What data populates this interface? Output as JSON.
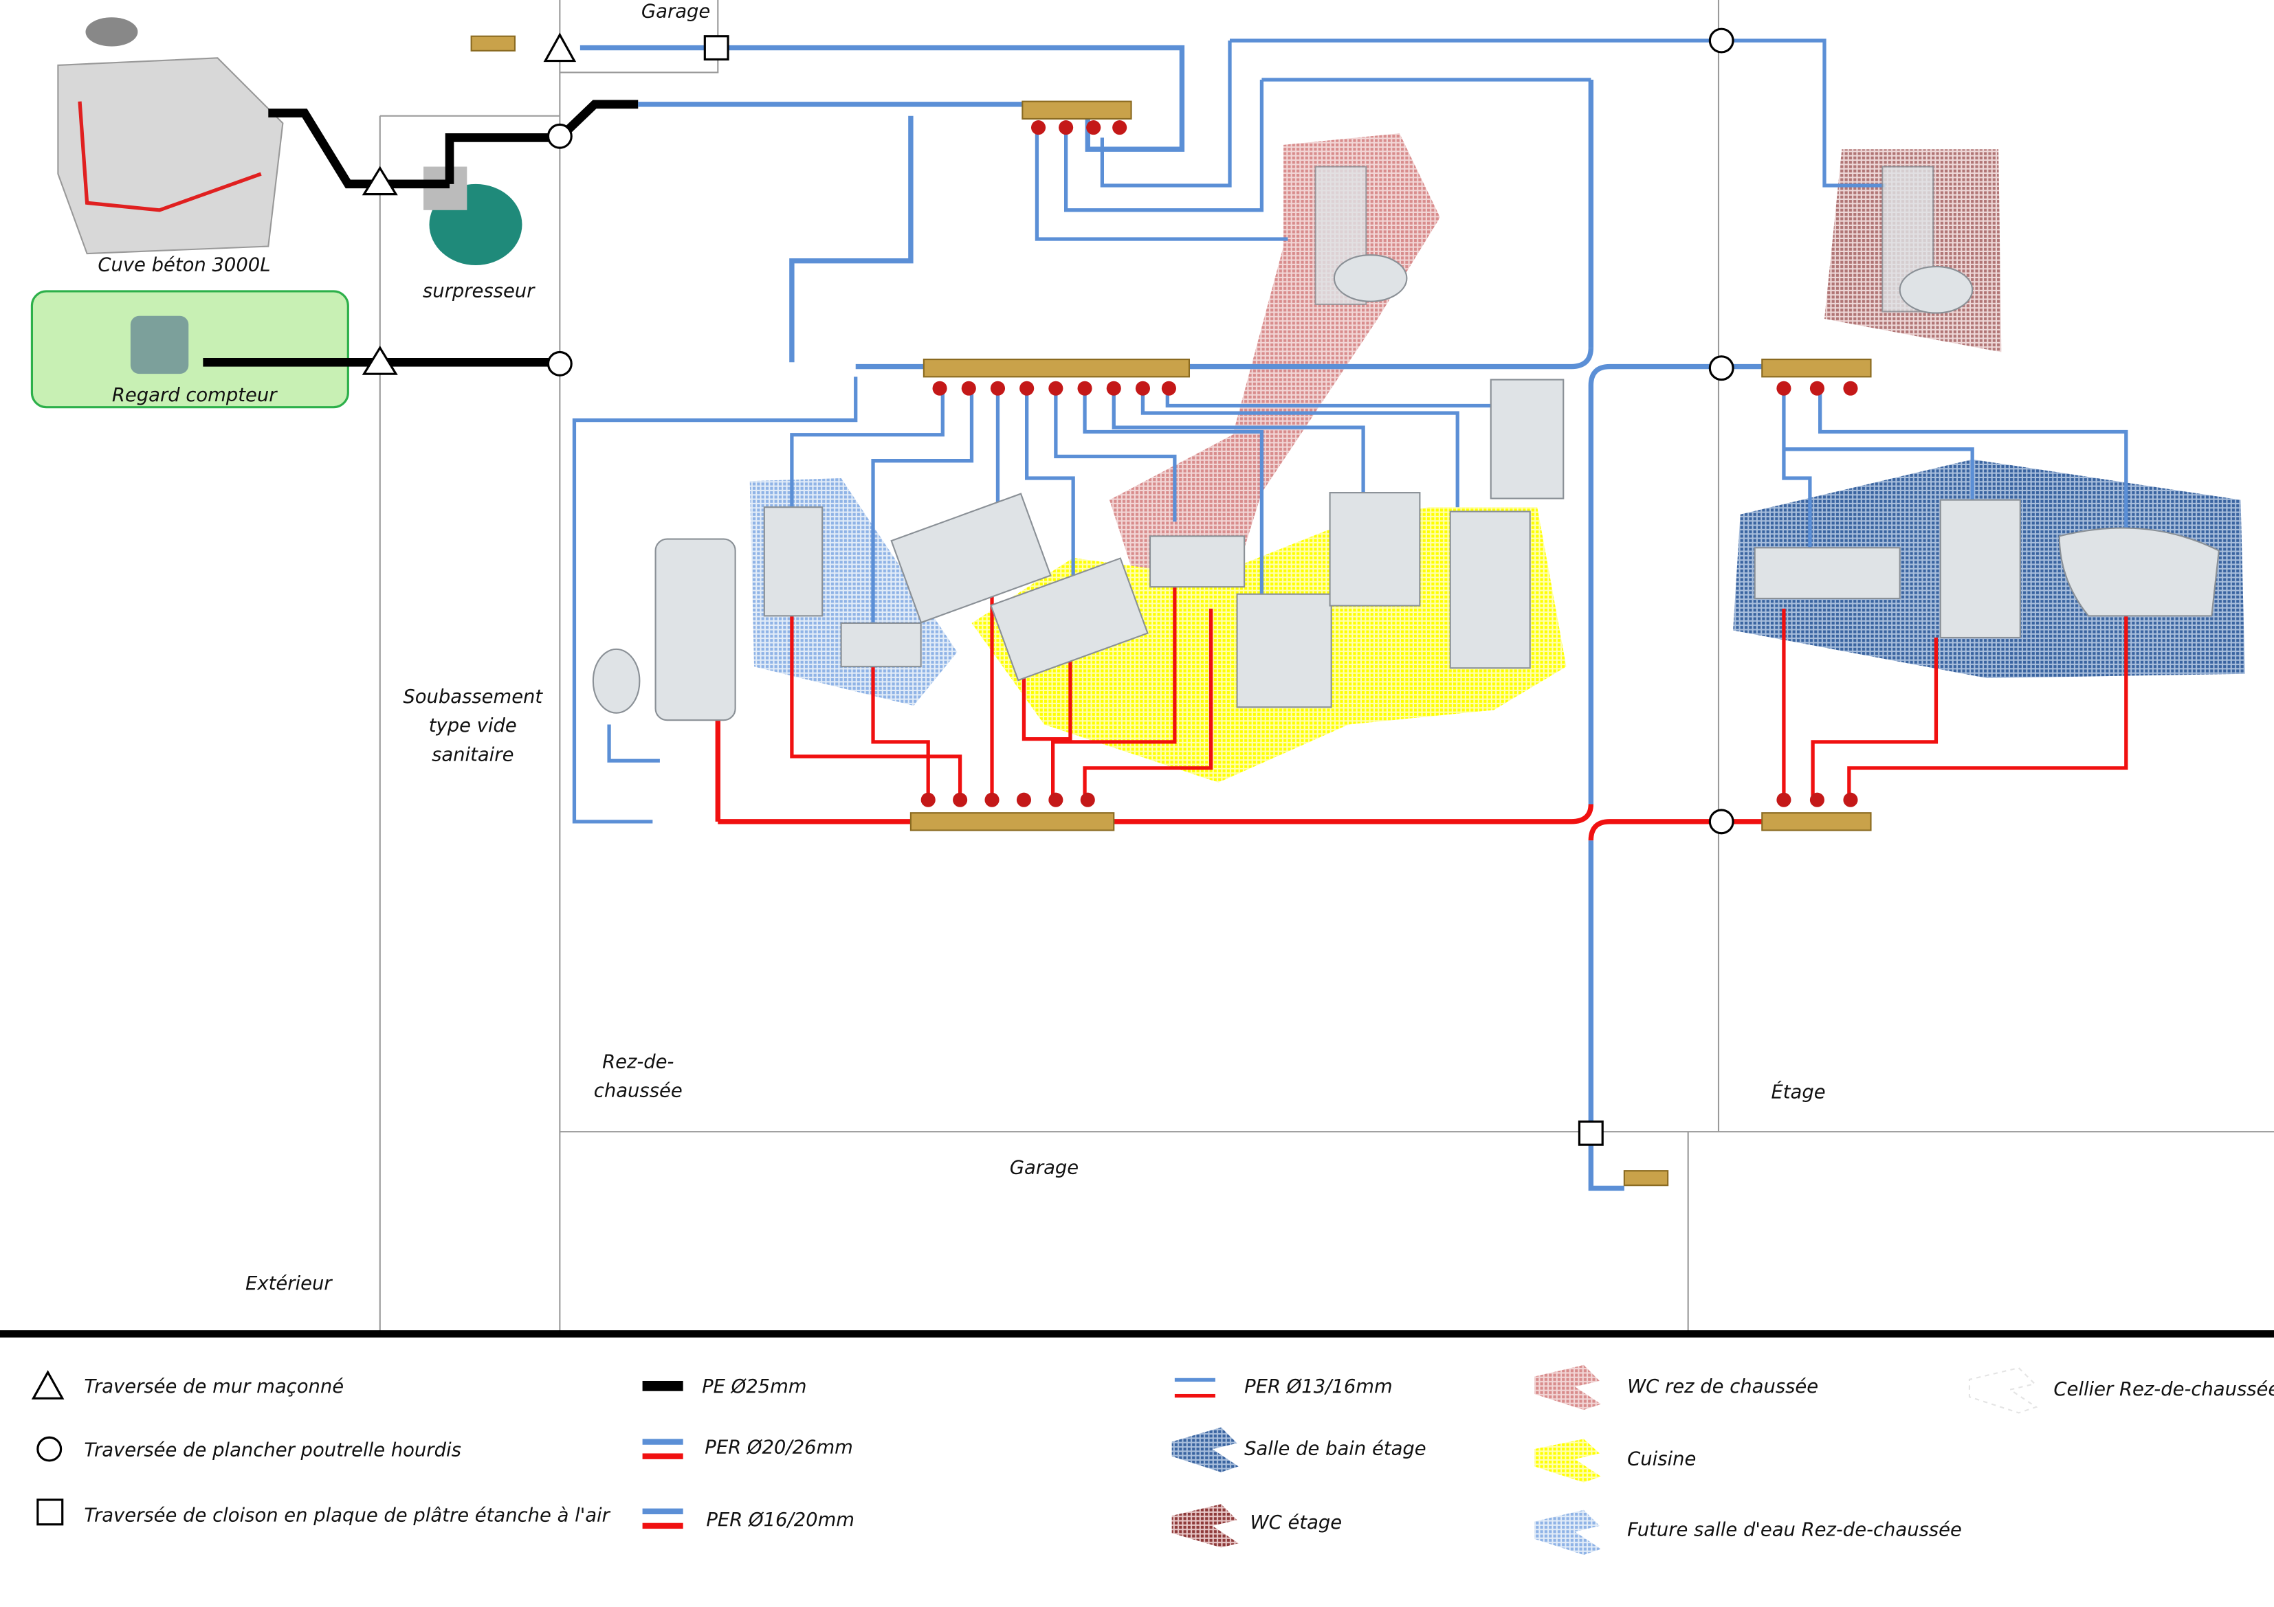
{
  "labels": {
    "garage_top": "Garage",
    "tank": "Cuve béton 3000L",
    "pump": "surpresseur",
    "meter": "Regard compteur",
    "crawlspace_1": "Soubassement",
    "crawlspace_2": "type vide",
    "crawlspace_3": "sanitaire",
    "ground_floor_1": "Rez-de-",
    "ground_floor_2": "chaussée",
    "upstairs": "Étage",
    "garage_bottom": "Garage",
    "outside": "Extérieur"
  },
  "legend": {
    "crossings": [
      {
        "icon": "triangle-icon",
        "label": "Traversée de mur maçonné"
      },
      {
        "icon": "circle-icon",
        "label": "Traversée de plancher poutrelle hourdis"
      },
      {
        "icon": "square-icon",
        "label": "Traversée de cloison en plaque de plâtre étanche à l'air"
      }
    ],
    "pipes": [
      {
        "label": "PE Ø25mm",
        "colors": [
          "#000000"
        ]
      },
      {
        "label": "PER Ø20/26mm",
        "colors": [
          "#5b8fd6",
          "#f01010"
        ]
      },
      {
        "label": "PER Ø16/20mm",
        "colors": [
          "#5b8fd6",
          "#f01010"
        ]
      },
      {
        "label": "PER Ø13/16mm",
        "colors": [
          "#5b8fd6",
          "#f01010"
        ]
      }
    ],
    "zones": [
      {
        "label": "Salle de bain étage",
        "color": "#3a64a0"
      },
      {
        "label": "WC étage",
        "color": "#8e3a3a"
      },
      {
        "label": "WC rez de chaussée",
        "color": "#d89090"
      },
      {
        "label": "Cuisine",
        "color": "#ffff00"
      },
      {
        "label": "Future salle d'eau Rez-de-chaussée",
        "color": "#8fb3e6"
      },
      {
        "label": "Cellier Rez-de-chaussée",
        "color": "#e8e8e8"
      }
    ]
  },
  "colors": {
    "cold": "#5b8fd6",
    "hot": "#f01010",
    "pe": "#000000",
    "meter_box": "#c8f0b4"
  }
}
